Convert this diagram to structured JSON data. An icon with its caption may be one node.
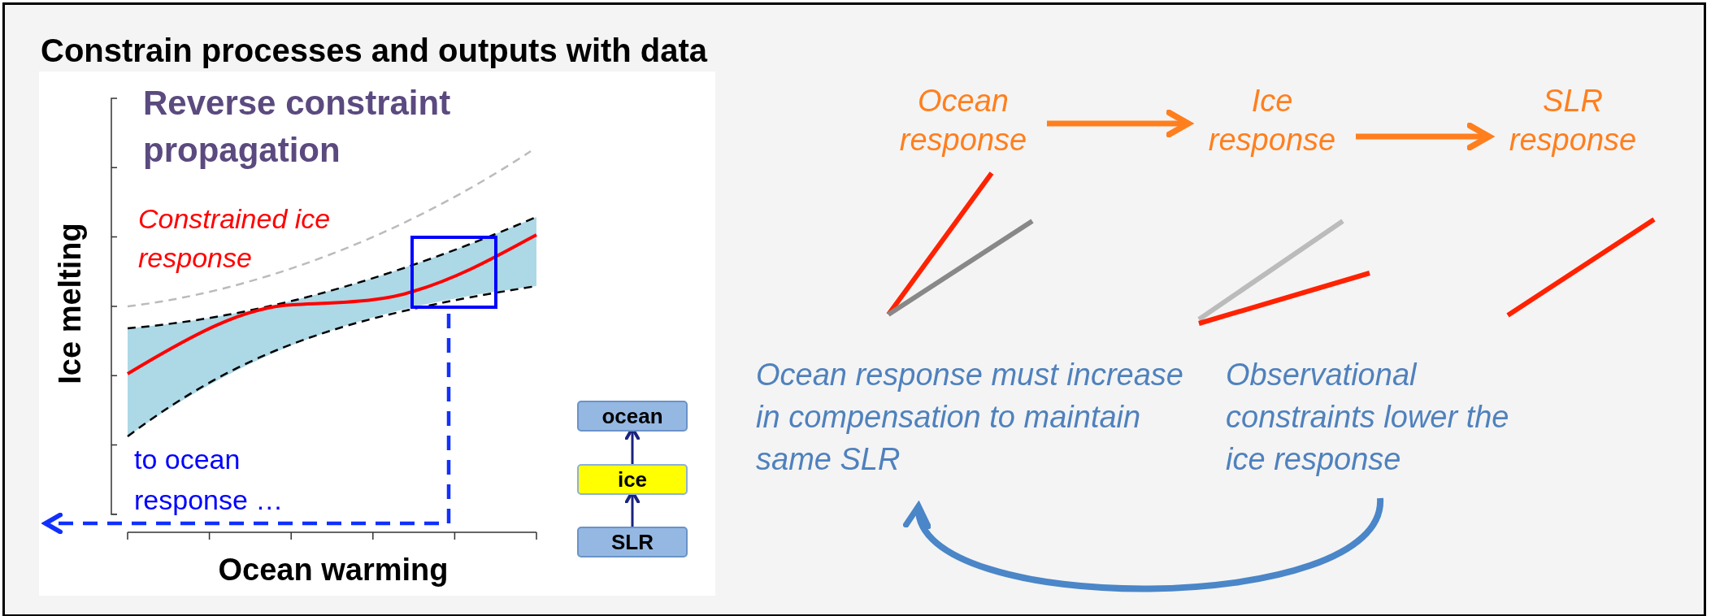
{
  "diagram": {
    "title": "Constrain processes and outputs with data",
    "nodes": [
      {
        "text": [
          "Ocean response"
        ]
      },
      {
        "text": [
          "Ice response"
        ]
      },
      {
        "text": [
          "SLR response"
        ]
      },
      {
        "text": [
          "Ocean response must increase in compensation to maintain same SLR"
        ]
      },
      {
        "text": [
          "Observational constraints lower the ice response"
        ]
      },
      {
        "text": [
          "ocean"
        ]
      },
      {
        "text": [
          "ice"
        ]
      },
      {
        "text": [
          "SLR"
        ]
      }
    ],
    "edges": [
      {
        "from": 0,
        "to": 1,
        "arrow": "to",
        "color": "#ff7f1e"
      },
      {
        "from": 1,
        "to": 2,
        "arrow": "to",
        "color": "#ff7f1e"
      },
      {
        "from": 4,
        "to": 3,
        "arrow": "to",
        "color": "#4a86c8"
      },
      {
        "from": 7,
        "to": 6,
        "arrow": "to",
        "color": "#1a237e"
      },
      {
        "from": 6,
        "to": 5,
        "arrow": "to",
        "color": "#1a237e"
      }
    ],
    "labels": [
      "Reverse constraint propagation",
      "Constrained ice response",
      "to ocean response …",
      "Ice melting",
      "Ocean warming"
    ]
  }
}
